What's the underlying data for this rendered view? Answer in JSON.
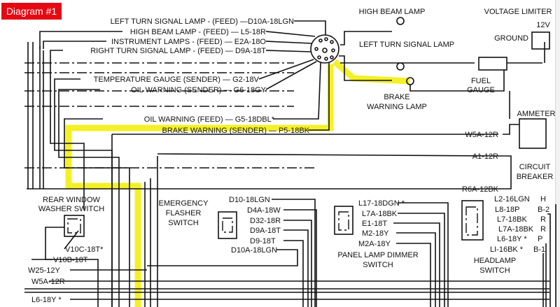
{
  "badge": "Diagram #1",
  "colors": {
    "badge": "#e50914",
    "highlight": "#f3ee10"
  },
  "wires_left": {
    "left_turn_feed": "LEFT TURN SIGNAL LAMP - (FEED) —D10A-18LGN",
    "high_beam_feed": "HIGH BEAM LAMP - (FEED) — L5-18R",
    "instrument_feed": "INSTRUMENT LAMPS - (FEED) — E2A-18O",
    "right_turn_feed": "RIGHT TURN SIGNAL LAMP - (FEED) — D9A-18T",
    "temp_sender": "TEMPERATURE GAUGE (SENDER) — G2-18V",
    "oil_sender": "OIL WARNING (SENDER) — G6-18GY",
    "oil_feed": "OIL WARNING (FEED) — G5-18DBL*",
    "brake_sender": "BRAKE WARNING (SENDER) — P5-18BK"
  },
  "components": {
    "high_beam_lamp": "HIGH BEAM LAMP",
    "voltage_limiter": "VOLTAGE LIMITER",
    "voltage": "12V",
    "ground": "GROUND",
    "left_turn_lamp": "LEFT TURN SIGNAL LAMP",
    "fuel_gauge": [
      "FUEL",
      "GAUGE"
    ],
    "brake_lamp": [
      "BRAKE",
      "WARNING LAMP"
    ],
    "ammeter": "AMMETER",
    "circuit_breaker": [
      "CIRCUIT",
      "BREAKER"
    ],
    "rear_washer": [
      "REAR WINDOW",
      "WASHER SWITCH"
    ],
    "flasher": [
      "EMERGENCY",
      "FLASHER",
      "SWITCH"
    ],
    "dimmer": [
      "PANEL LAMP DIMMER",
      "SWITCH"
    ],
    "headlamp": [
      "HEADLAMP",
      "SWITCH"
    ]
  },
  "wire_codes": {
    "w5a_right": "W5A-12R",
    "a1": "A1-12R",
    "r6a": "R6A-12BK",
    "flasher": [
      "D10-18LGN",
      "D4A-18W",
      "D32-18R",
      "D9A-18T",
      "D9-18T",
      "D10A-18LGN"
    ],
    "dimmer": [
      "L17-18DGN *",
      "L7A-18BK",
      "E1-18T",
      "M2-18Y",
      "M2A-18Y"
    ],
    "headlamp": [
      "L2-16LGN",
      "L8-18P",
      "L7-18BK",
      "L7A-18BK",
      "L6-18Y *",
      "LI-16BK *"
    ],
    "headlamp_tags": [
      "H",
      "B-2",
      "R",
      "R",
      "P",
      "B-1"
    ],
    "washer": [
      "V10C-18T*",
      "V10B-18T"
    ],
    "bottom_left": [
      "W25-12Y",
      "W5A-12R",
      "L6-18Y *"
    ]
  }
}
